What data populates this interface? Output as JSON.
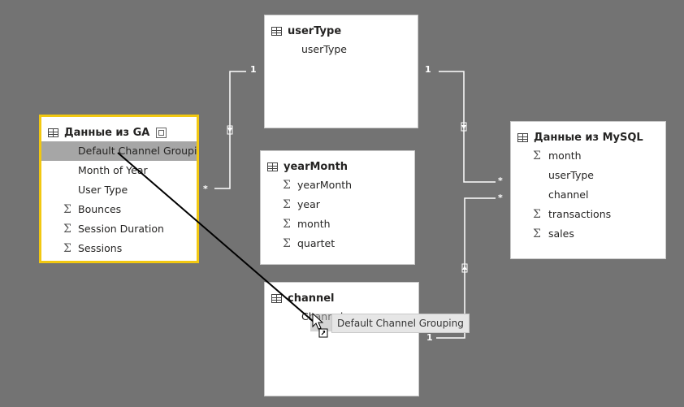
{
  "tables": {
    "ga": {
      "title": "Данные из GA",
      "fields": [
        {
          "label": "Default Channel Grouping",
          "sigma": false,
          "highlighted": true
        },
        {
          "label": "Month of Year",
          "sigma": false
        },
        {
          "label": "User Type",
          "sigma": false
        },
        {
          "label": "Bounces",
          "sigma": true
        },
        {
          "label": "Session Duration",
          "sigma": true
        },
        {
          "label": "Sessions",
          "sigma": true
        }
      ]
    },
    "usertype": {
      "title": "userType",
      "fields": [
        {
          "label": "userType",
          "sigma": false
        }
      ]
    },
    "yearmonth": {
      "title": "yearMonth",
      "fields": [
        {
          "label": "yearMonth",
          "sigma": true
        },
        {
          "label": "year",
          "sigma": true
        },
        {
          "label": "month",
          "sigma": true
        },
        {
          "label": "quartet",
          "sigma": true
        }
      ]
    },
    "channel": {
      "title": "channel",
      "fields": [
        {
          "label": "Channel",
          "sigma": false
        }
      ]
    },
    "mysql": {
      "title": "Данные из MySQL",
      "fields": [
        {
          "label": "month",
          "sigma": true
        },
        {
          "label": "userType",
          "sigma": false
        },
        {
          "label": "channel",
          "sigma": false
        },
        {
          "label": "transactions",
          "sigma": true
        },
        {
          "label": "sales",
          "sigma": true
        }
      ]
    }
  },
  "cardinality": {
    "one": "1",
    "many": "*"
  },
  "drag_tooltip": "Default Channel Grouping",
  "colors": {
    "canvas": "#737373",
    "selection": "#f2c811",
    "relationship_line": "#ffffff",
    "drag_line": "#000000"
  },
  "icons": [
    "table-grid-icon",
    "sigma-icon",
    "expand-icon",
    "filter-direction-icon",
    "copy-cursor-icon"
  ]
}
